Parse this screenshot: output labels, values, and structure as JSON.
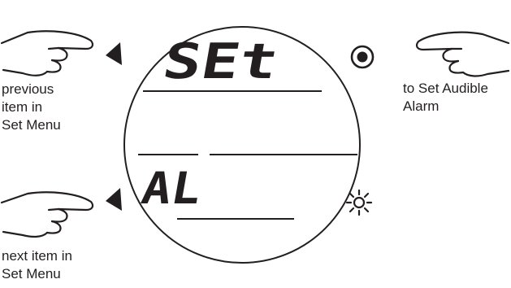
{
  "display": {
    "top_text": "SEt",
    "bottom_text": "AL"
  },
  "captions": {
    "previous": "previous\nitem in\nSet Menu",
    "next": "next item in\nSet Menu",
    "set_button": "to Set Audible\nAlarm"
  },
  "icons": {
    "previous_button": "up-triangle-icon",
    "next_button": "down-triangle-icon",
    "set_button": "select-button-icon",
    "light_button": "light-sun-icon",
    "pointer": "pointing-hand-icon"
  },
  "colors": {
    "ink": "#231f20",
    "background": "#ffffff"
  }
}
